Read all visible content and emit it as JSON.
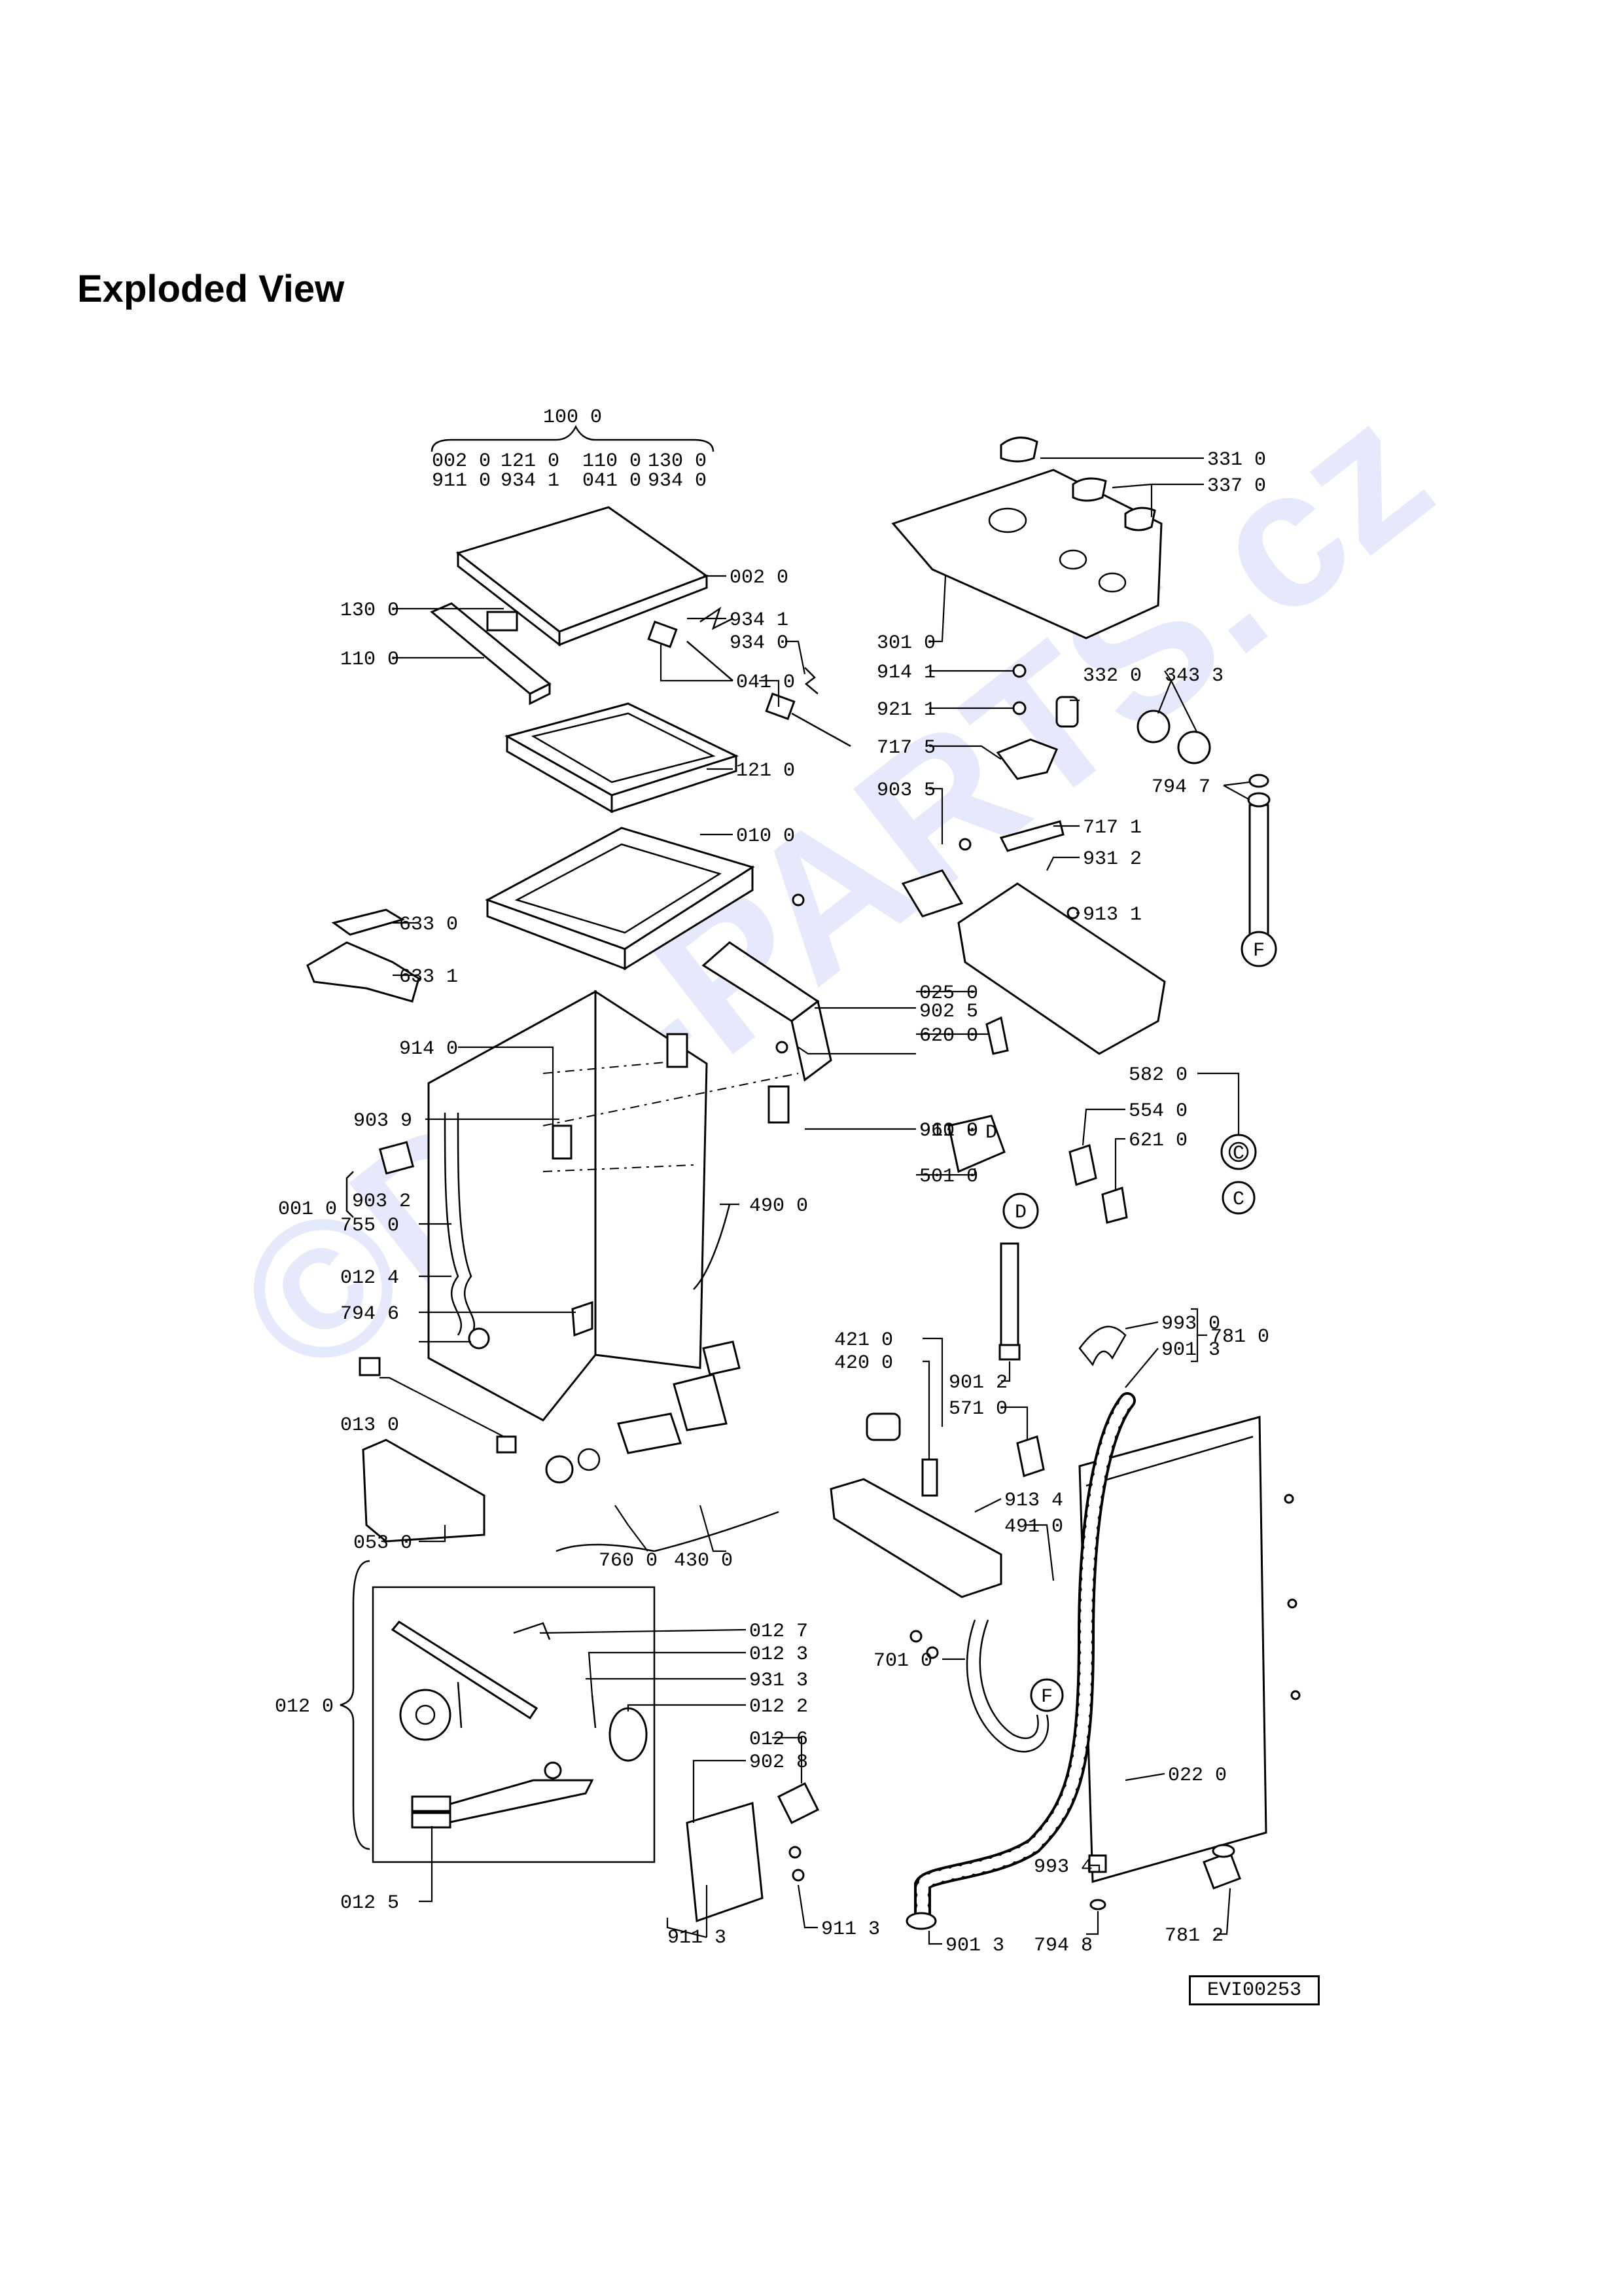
{
  "title": "Exploded View",
  "watermark": "©DIY-PARTS.cz",
  "reference_code": "EVI00253",
  "group_100": {
    "label": "100 0",
    "parts": [
      "002 0",
      "121 0",
      "110 0",
      "130 0",
      "911 0",
      "934 1",
      "041 0",
      "934 0"
    ]
  },
  "labels": [
    "002 0",
    "130 0",
    "934 1",
    "934 0",
    "110 0",
    "041 0",
    "121 0",
    "010 0",
    "633 0",
    "633 1",
    "914 0",
    "903 9",
    "001 0",
    "903 2",
    "755 0",
    "012 4",
    "794 6",
    "013 0",
    "053 0",
    "490 0",
    "910 9",
    "961 0",
    "025 0",
    "902 5",
    "620 0",
    "501 0",
    "331 0",
    "337 0",
    "301 0",
    "914 1",
    "332 0",
    "343 3",
    "921 1",
    "717 5",
    "794 7",
    "903 5",
    "717 1",
    "931 2",
    "913 1",
    "582 0",
    "554 0",
    "621 0",
    "421 0",
    "420 0",
    "901 2",
    "571 0",
    "993 0",
    "901 3",
    "781 0",
    "913 4",
    "491 0",
    "760 0",
    "430 0",
    "701 0",
    "022 0",
    "012 7",
    "012 3",
    "931 3",
    "012 2",
    "012 0",
    "012 6",
    "902 8",
    "012 5",
    "911 3",
    "911 3",
    "901 3",
    "794 8",
    "993 4",
    "781 2"
  ],
  "callouts": [
    "F",
    "F",
    "D",
    "D",
    "C",
    "C"
  ]
}
